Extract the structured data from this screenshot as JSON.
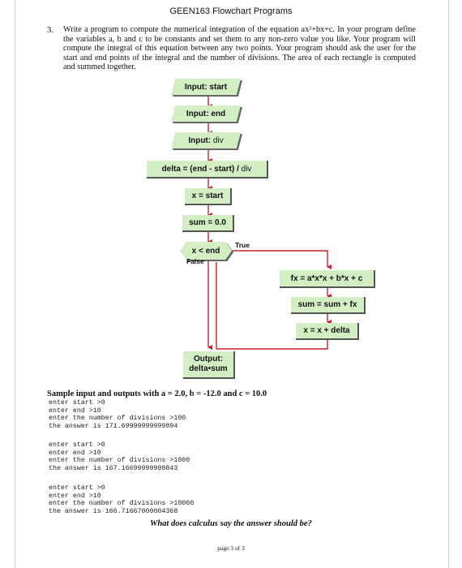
{
  "header": {
    "title": "GEEN163 Flowchart Programs"
  },
  "question": {
    "number": "3.",
    "lines": [
      "Write a program to compute the numerical integration of the equation ax²+bx+c. In your program",
      "define the variables a, b and c to be constants and set them to any non-zero value you like. Your",
      "program will compute the integral of this equation between any two points. Your program should",
      "ask the user for the start and end points of the integral and the number of divisions. The area of each",
      "rectangle is computed and summed together."
    ]
  },
  "flowchart": {
    "input_start": "Input: start",
    "input_end": "Input: end",
    "input_div_prefix": "Input:",
    "input_div_var": "div",
    "delta_prefix": "delta = (end - start) /",
    "delta_var": "div",
    "x_start": "x = start",
    "sum_init": "sum = 0.0",
    "condition": "x < end",
    "true_label": "True",
    "false_label": "False",
    "fx": "fx = a*x*x + b*x + c",
    "sum_update": "sum = sum + fx",
    "x_update": "x = x + delta",
    "output_line1": "Output:",
    "output_line2": "delta•sum",
    "colors": {
      "box_fill": "#d4eec4",
      "arrow": "#c0272d",
      "shadow": "#555555"
    }
  },
  "sample": {
    "title": "Sample input and outputs with a = 2.0, b = -12.0 and c = 10.0",
    "runs": [
      [
        "enter start >0",
        "enter end >10",
        "enter the number of divisions >100",
        "the answer is 171.69999999999894"
      ],
      [
        "enter start >0",
        "enter end >10",
        "enter the number of divisions >1000",
        "the answer is 167.16699999998843"
      ],
      [
        "enter start >0",
        "enter end >10",
        "enter the number of divisions >10000",
        "the answer is 166.71667000004368"
      ]
    ],
    "question": "What does calculus say the answer should be?"
  },
  "footer": {
    "page": "page 3 of 3"
  }
}
